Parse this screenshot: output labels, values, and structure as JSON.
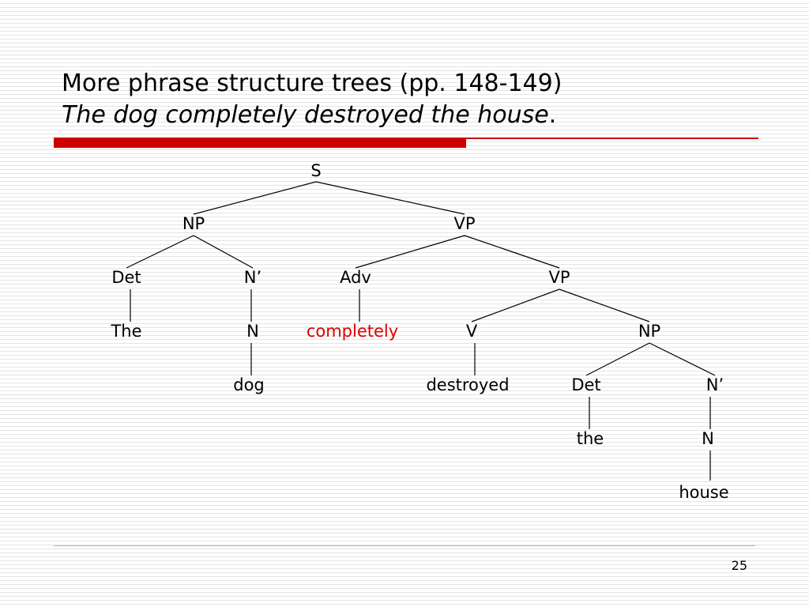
{
  "slide": {
    "title_line1": "More phrase structure trees (pp. 148-149)",
    "title_line2_italic": "The dog completely destroyed the house",
    "title_line2_end": ".",
    "page_number": "25"
  },
  "colors": {
    "accent_red": "#cc0000",
    "highlight_red": "#dd0000"
  },
  "tree": {
    "nodes": [
      {
        "id": "s",
        "label": "S"
      },
      {
        "id": "np1",
        "label": "NP"
      },
      {
        "id": "vp1",
        "label": "VP"
      },
      {
        "id": "det1",
        "label": "Det"
      },
      {
        "id": "nbar1",
        "label": "N’"
      },
      {
        "id": "adv",
        "label": "Adv"
      },
      {
        "id": "vp2",
        "label": "VP"
      },
      {
        "id": "the1",
        "label": "The"
      },
      {
        "id": "n1",
        "label": "N"
      },
      {
        "id": "completely",
        "label": "completely",
        "highlight": true
      },
      {
        "id": "v",
        "label": "V"
      },
      {
        "id": "np2",
        "label": "NP"
      },
      {
        "id": "dog",
        "label": "dog"
      },
      {
        "id": "destroyed",
        "label": "destroyed"
      },
      {
        "id": "det2",
        "label": "Det"
      },
      {
        "id": "nbar2",
        "label": "N’"
      },
      {
        "id": "the2",
        "label": "the"
      },
      {
        "id": "n2",
        "label": "N"
      },
      {
        "id": "house",
        "label": "house"
      }
    ],
    "edges": [
      [
        "s",
        "np1"
      ],
      [
        "s",
        "vp1"
      ],
      [
        "np1",
        "det1"
      ],
      [
        "np1",
        "nbar1"
      ],
      [
        "vp1",
        "adv"
      ],
      [
        "vp1",
        "vp2"
      ],
      [
        "det1",
        "the1"
      ],
      [
        "nbar1",
        "n1"
      ],
      [
        "adv",
        "completely"
      ],
      [
        "vp2",
        "v"
      ],
      [
        "vp2",
        "np2"
      ],
      [
        "n1",
        "dog"
      ],
      [
        "v",
        "destroyed"
      ],
      [
        "np2",
        "det2"
      ],
      [
        "np2",
        "nbar2"
      ],
      [
        "det2",
        "the2"
      ],
      [
        "nbar2",
        "n2"
      ],
      [
        "n2",
        "house"
      ]
    ]
  }
}
